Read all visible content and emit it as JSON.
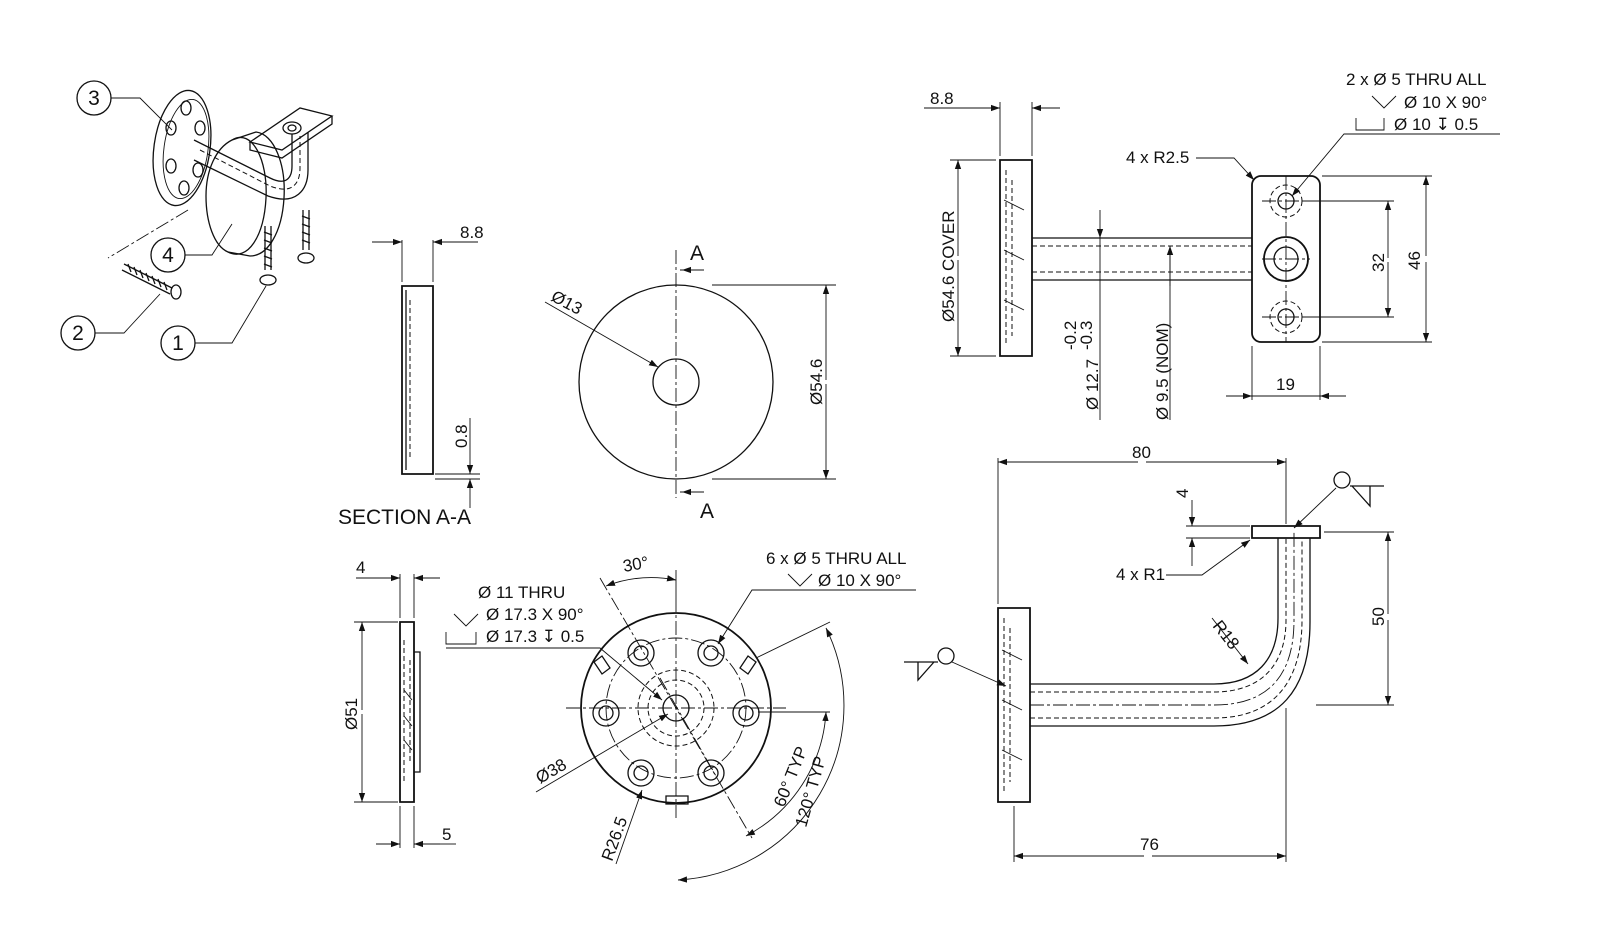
{
  "balloons": [
    "3",
    "4",
    "2",
    "1"
  ],
  "section_view": {
    "title": "SECTION A-A",
    "thickness": "8.8",
    "wall": "0.8"
  },
  "cover_front": {
    "hole_dia": "Ø13",
    "outer_dia": "Ø54.6",
    "cut_label_top": "A",
    "cut_label_bottom": "A"
  },
  "flange_side": {
    "thickness": "4",
    "dia": "Ø51",
    "boss": "5"
  },
  "flange_front": {
    "center_hole_callout": [
      "Ø 11 THRU",
      "Ø 17.3 X 90°",
      "Ø 17.3 ↧ 0.5"
    ],
    "holes_callout": [
      "6 x Ø 5 THRU ALL",
      "Ø 10 X 90°"
    ],
    "angle": "30°",
    "bolt_circle": "Ø38",
    "radius": "R26.5",
    "typ_60": "60° TYP",
    "typ_120": "120° TYP"
  },
  "top_view": {
    "cover_thickness": "8.8",
    "cover_dia": "Ø54.6 COVER",
    "tube_dia": "Ø 12.7",
    "tube_tol_upper": "-0.2",
    "tube_tol_lower": "-0.3",
    "tube_nom": "Ø 9.5 (NOM)",
    "plate_holes_callout": [
      "2 x Ø 5 THRU ALL",
      "Ø 10 X 90°",
      "Ø 10 ↧ 0.5"
    ],
    "corner_radius": "4 x R2.5",
    "hole_spacing": "32",
    "plate_length": "46",
    "plate_width": "19"
  },
  "side_view": {
    "overall_length": "80",
    "plate_thickness": "4",
    "corner_radius": "4 x R1",
    "bend_radius": "R18",
    "height": "50",
    "reach": "76"
  }
}
